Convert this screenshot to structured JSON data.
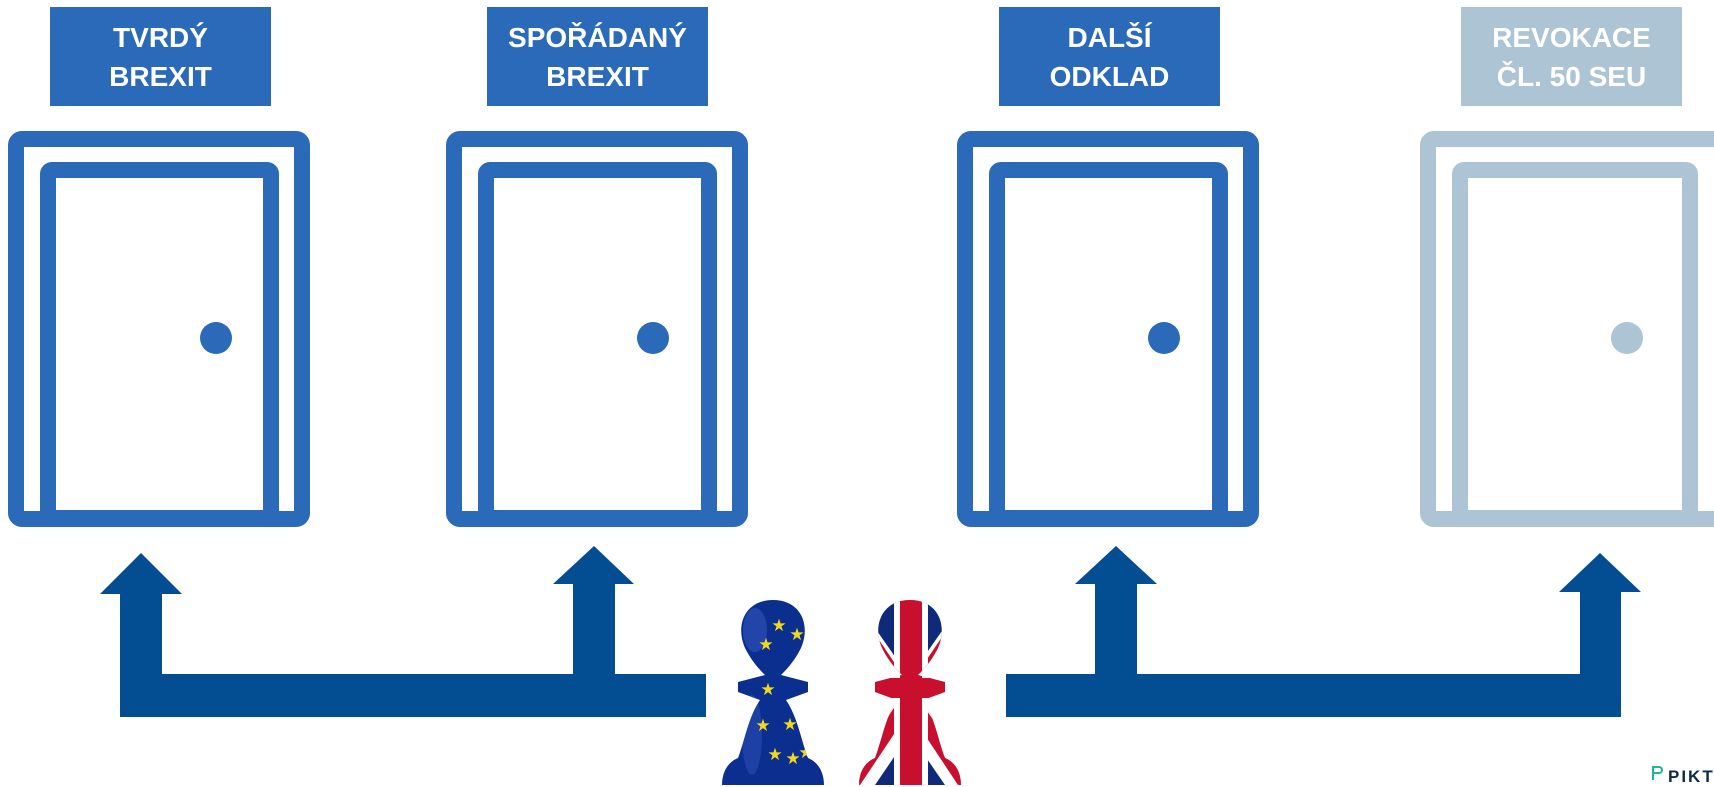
{
  "colors": {
    "door_active": "#2a6ab8",
    "door_faded": "#adc4d4",
    "arrow": "#034d93",
    "eu_pawn": "#0b2f8f",
    "eu_star": "#f2d81c",
    "uk_red": "#c8102e",
    "uk_blue": "#0f2a78"
  },
  "options": [
    {
      "line1": "TVRDÝ",
      "line2": "BREXIT",
      "state": "active"
    },
    {
      "line1": "SPOŘÁDANÝ",
      "line2": "BREXIT",
      "state": "active"
    },
    {
      "line1": "DALŠÍ",
      "line2": "ODKLAD",
      "state": "active"
    },
    {
      "line1": "REVOKACE",
      "line2": "ČL. 50 SEU",
      "state": "faded"
    }
  ],
  "pawns": [
    {
      "name": "eu-pawn-icon",
      "flag": "EU"
    },
    {
      "name": "uk-pawn-icon",
      "flag": "UK"
    }
  ],
  "brand": {
    "text": "PIKT"
  }
}
